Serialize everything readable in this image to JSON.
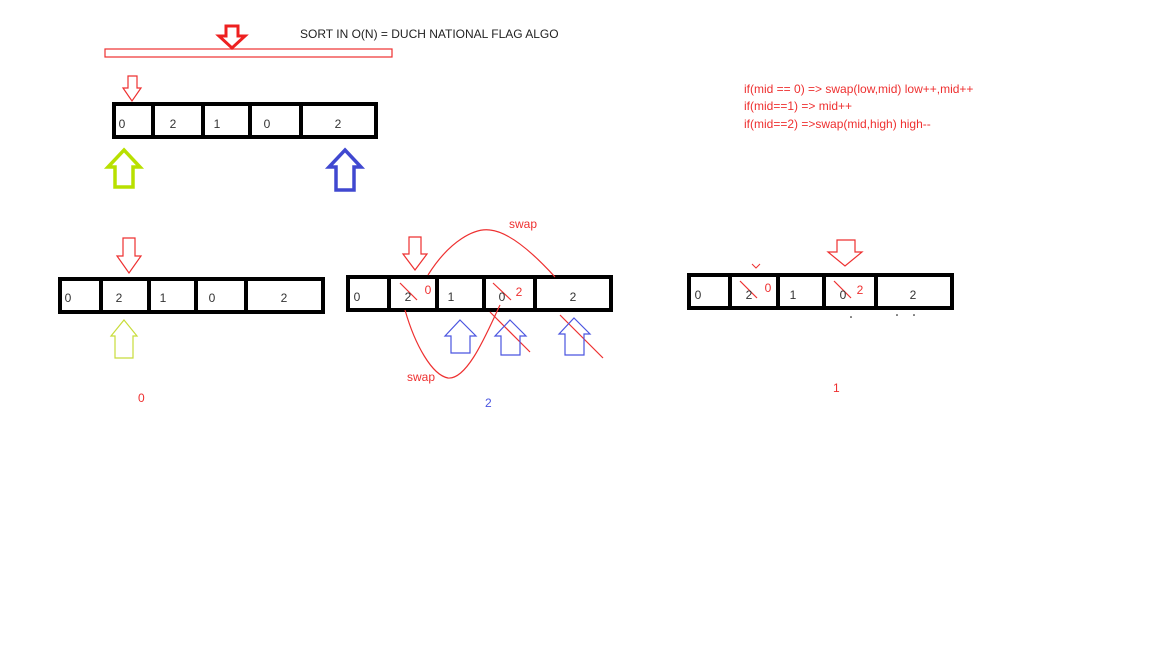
{
  "title": "SORT IN O(N) = DUCH NATIONAL FLAG ALGO",
  "rules": [
    "if(mid == 0) => swap(low,mid) low++,mid++",
    "if(mid==1) => mid++",
    "if(mid==2) =>swap(mid,high) high--"
  ],
  "arrays": {
    "top": [
      "0",
      "2",
      "1",
      "0",
      "2"
    ],
    "step1": [
      "0",
      "2",
      "1",
      "0",
      "2"
    ],
    "step2": [
      "0",
      "2",
      "1",
      "0",
      "2"
    ],
    "step3": [
      "0",
      "2",
      "1",
      "0",
      "2"
    ]
  },
  "overwrites": {
    "step2": [
      "0",
      "2"
    ],
    "step3": [
      "0",
      "2"
    ]
  },
  "swap_labels": [
    "swap",
    "swap"
  ],
  "step_notes": [
    "0",
    "2",
    "1"
  ],
  "colors": {
    "red": "#ee3030",
    "blue": "#4a55e0",
    "green": "#b8e000",
    "olive": "#c8dc3a",
    "black": "#000000"
  }
}
